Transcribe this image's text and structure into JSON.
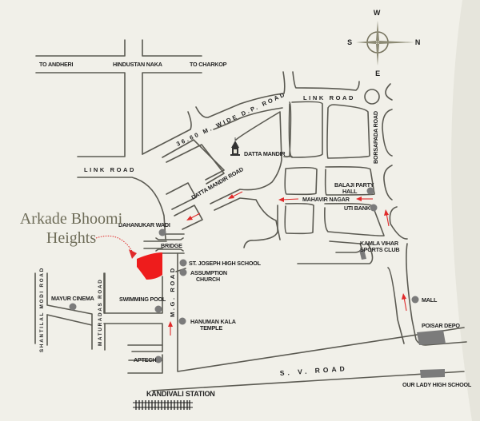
{
  "project": {
    "name_line1": "Arkade Bhoomi",
    "name_line2": "Heights",
    "marker_color": "#ee1c1c"
  },
  "compass": {
    "top": "W",
    "left": "S",
    "right": "N",
    "bottom": "E"
  },
  "roads": {
    "to_andheri": "TO ANDHERI",
    "hindustan_naka": "HINDUSTAN NAKA",
    "to_charkop": "TO CHARKOP",
    "link_road_top": "LINK ROAD",
    "link_road_left": "LINK ROAD",
    "dp_road": "36.60 M. WIDE D.P. ROAD",
    "datta_mandir_road": "DATTA MANDIR ROAD",
    "borsapada_road": "BORSAPADA ROAD",
    "mahavir_nagar": "MAHAVIR NAGAR",
    "mg_road": "M.G. ROAD",
    "sv_road": "S. V. ROAD",
    "shantilal_modi_road": "SHANTILAL MODI ROAD",
    "maturadas_road": "MATURADAS ROAD",
    "bridge": "BRIDGE"
  },
  "landmarks": {
    "datta_mandir": "DATTA MANDIR",
    "balaji_party_hall_1": "BALAJI PARTY",
    "balaji_party_hall_2": "HALL",
    "uti_bank": "UTI BANK",
    "kamla_vihar_1": "KAMLA VIHAR",
    "kamla_vihar_2": "SPORTS CLUB",
    "dahanukar_wadi": "DAHANUKAR WADI",
    "st_joseph": "ST. JOSEPH HIGH SCHOOL",
    "assumption_1": "ASSUMPTION",
    "assumption_2": "CHURCH",
    "mayur_cinema": "MAYUR CINEMA",
    "swimming_pool": "SWIMMING POOL",
    "hanuman_1": "HANUMAN KALA",
    "hanuman_2": "TEMPLE",
    "aptech": "APTECH",
    "mall": "MALL",
    "poisar_depo": "POISAR DEPO",
    "our_lady": "OUR LADY HIGH SCHOOL",
    "kandivali_station": "KANDIVALI STATION"
  },
  "colors": {
    "background": "#f1f0e9",
    "road_line": "#5b5a52",
    "poi": "#7b7b7b",
    "arrow": "#e02a2a",
    "title": "#6e6c58"
  }
}
